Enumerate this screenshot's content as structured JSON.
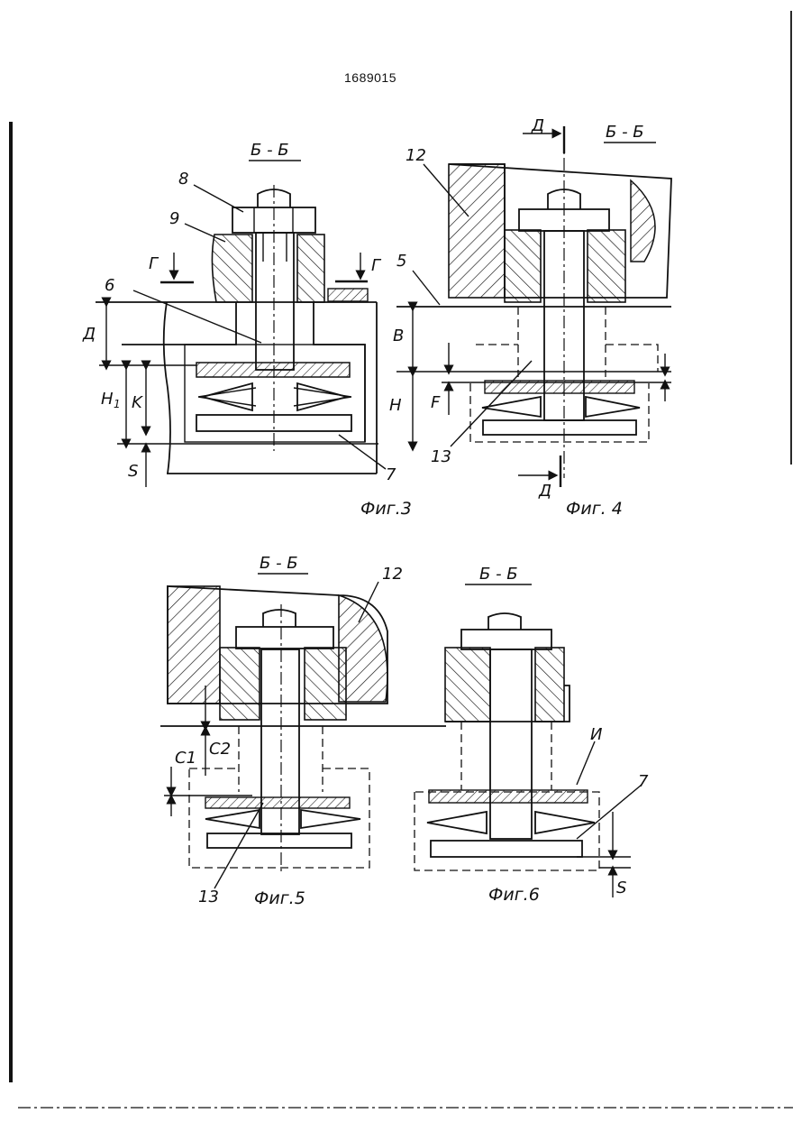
{
  "header": {
    "document_number": "1689015"
  },
  "figures": {
    "fig3": {
      "section": "Б - Б",
      "caption": "Фиг.3",
      "labels": {
        "p8": "8",
        "p9": "9",
        "p6": "6",
        "p7": "7",
        "g_left": "Г",
        "g_right": "Г",
        "dim_D": "Д",
        "dim_H1": "H",
        "dim_H1_sub": "1",
        "dim_K": "K",
        "dim_S": "S"
      }
    },
    "fig4": {
      "section": "Б - Б",
      "caption": "Фиг. 4",
      "labels": {
        "p12": "12",
        "p5": "5",
        "p13": "13",
        "d_top": "Д",
        "d_bottom": "Д",
        "dim_B": "В",
        "dim_H": "H",
        "dim_F": "F"
      }
    },
    "fig5": {
      "section": "Б - Б",
      "caption": "Фиг.5",
      "labels": {
        "p12": "12",
        "p13": "13",
        "dim_C1": "С1",
        "dim_C2": "С2"
      }
    },
    "fig6": {
      "section": "Б - Б",
      "caption": "Фиг.6",
      "labels": {
        "pI": "И",
        "p7": "7",
        "dim_S": "S"
      }
    }
  }
}
